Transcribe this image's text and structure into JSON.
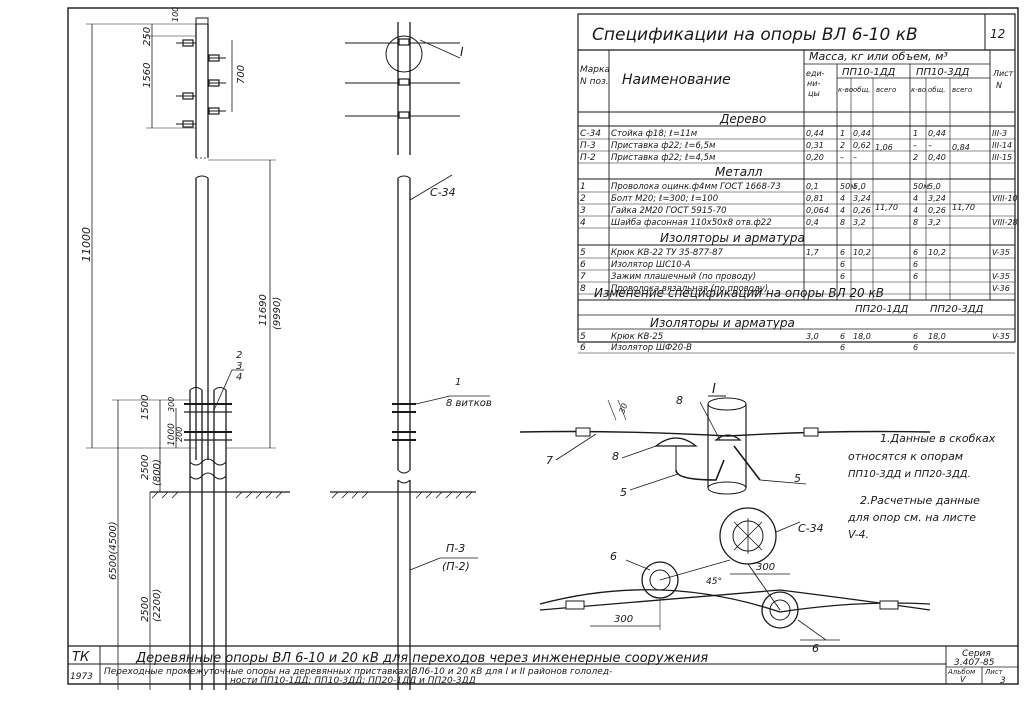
{
  "spec": {
    "title": "Спецификации на опоры ВЛ 6-10 кВ",
    "sheet_ref": "12",
    "col_mark": [
      "Марка",
      "N поз."
    ],
    "col_name": "Наименование",
    "col_mass": "Масса, кг или объем, м³",
    "col_unit": [
      "еди-",
      "ни-",
      "цы"
    ],
    "col_pp1": "ПП10-1ДД",
    "col_pp2": "ПП10-3ДД",
    "col_list": [
      "Лист",
      "N"
    ],
    "sub_qty": "к-во",
    "sub_tot": "общ.",
    "sub_all": "всего",
    "sec_wood": "Дерево",
    "sec_metal": "Металл",
    "sec_ins": "Изоляторы и арматура",
    "sec_change": "Изменение спецификаций на опоры ВЛ 20 кВ",
    "col_pp3": "ПП20-1ДД",
    "col_pp4": "ПП20-3ДД",
    "sec_ins2": "Изоляторы и арматура",
    "wood_rows": [
      {
        "mark": "С-34",
        "name": "Стойка ф18; ℓ=11м",
        "unit": "0,44",
        "q1": "1",
        "t1": "0,44",
        "q2": "1",
        "t2": "0,44",
        "ref": "III-3"
      },
      {
        "mark": "П-3",
        "name": "Приставка ф22; ℓ=6,5м",
        "unit": "0,31",
        "q1": "2",
        "t1": "0,62",
        "q2": "–",
        "t2": "–",
        "ref": "III-14"
      },
      {
        "mark": "П-2",
        "name": "Приставка ф22; ℓ=4,5м",
        "unit": "0,20",
        "q1": "–",
        "t1": "–",
        "q2": "2",
        "t2": "0,40",
        "ref": "III-15"
      }
    ],
    "wood_all1": "1,06",
    "wood_all2": "0,84",
    "metal_rows": [
      {
        "mark": "1",
        "name": "Проволока оцинк.ф4мм ГОСТ 1668-73",
        "unit": "0,1",
        "q1": "50м",
        "t1": "5,0",
        "q2": "50м",
        "t2": "5,0",
        "ref": ""
      },
      {
        "mark": "2",
        "name": "Болт М20; ℓ=300; ℓ=100",
        "unit": "0,81",
        "q1": "4",
        "t1": "3,24",
        "q2": "4",
        "t2": "3,24",
        "ref": "VIII-10"
      },
      {
        "mark": "3",
        "name": "Гайка 2М20 ГОСТ 5915-70",
        "unit": "0,064",
        "q1": "4",
        "t1": "0,26",
        "q2": "4",
        "t2": "0,26",
        "ref": ""
      },
      {
        "mark": "4",
        "name": "Шайба фасонная 110х50х8 отв.ф22",
        "unit": "0,4",
        "q1": "8",
        "t1": "3,2",
        "q2": "8",
        "t2": "3,2",
        "ref": "VIII-28"
      }
    ],
    "metal_all1": "11,70",
    "metal_all2": "11,70",
    "ins_rows": [
      {
        "mark": "5",
        "name": "Крюк КВ-22 ТУ 35-877-87",
        "unit": "1,7",
        "q1": "6",
        "t1": "10,2",
        "q2": "6",
        "t2": "10,2",
        "ref": "V-35"
      },
      {
        "mark": "6",
        "name": "Изолятор ШС10-А",
        "unit": "",
        "q1": "6",
        "t1": "",
        "q2": "6",
        "t2": "",
        "ref": ""
      },
      {
        "mark": "7",
        "name": "Зажим плашечный (по проводу)",
        "unit": "",
        "q1": "6",
        "t1": "",
        "q2": "6",
        "t2": "",
        "ref": "V-35"
      },
      {
        "mark": "8",
        "name": "Проволока вязальная (по проводу)",
        "unit": "",
        "q1": "",
        "t1": "",
        "q2": "",
        "t2": "",
        "ref": "V-36"
      }
    ],
    "ins2_rows": [
      {
        "mark": "5",
        "name": "Крюк КВ-25",
        "unit": "3,0",
        "q1": "6",
        "t1": "18,0",
        "q2": "6",
        "t2": "18,0",
        "ref": "V-35"
      },
      {
        "mark": "6",
        "name": "Изолятор ШФ20-В",
        "unit": "",
        "q1": "6",
        "t1": "",
        "q2": "6",
        "t2": "",
        "ref": ""
      }
    ]
  },
  "drawing": {
    "dim_250": "250",
    "dim_100": "100",
    "dim_1560": "1560",
    "dim_700": "700",
    "dim_11000": "11000",
    "dim_11690": "11690",
    "dim_9990": "(9990)",
    "dim_1500": "1500",
    "dim_300a": "300",
    "dim_1000": "1000",
    "dim_200": "200",
    "dim_2500a": "2500",
    "dim_800": "(800)",
    "dim_6500": "6500(4500)",
    "dim_2500b": "2500",
    "dim_2200": "(2200)",
    "lbl_c34": "С-34",
    "lbl_I": "I",
    "lbl_1": "1",
    "lbl_8vit": "8 витков",
    "lbl_p3": "П-3",
    "lbl_p2": "(П-2)",
    "lbl_2": "2",
    "lbl_3": "3",
    "lbl_4": "4",
    "det_I": "I",
    "det_8": "8",
    "det_30": "30",
    "det_7": "7",
    "det_8b": "8",
    "det_5a": "5",
    "det_5b": "5",
    "det_c34": "С-34",
    "det_6a": "6",
    "det_6b": "6",
    "det_45": "45°",
    "det_300a": "300",
    "det_300b": "300"
  },
  "notes": {
    "n1": [
      "1.Данные в скобках",
      "относятся к опорам",
      "ПП10-3ДД и ПП20-3ДД."
    ],
    "n2": [
      "2.Расчетные данные",
      "для опор см. на листе",
      "V-4."
    ]
  },
  "stamp": {
    "org": "ТК",
    "year": "1973",
    "title": "Деревянные опоры ВЛ 6-10 и 20 кВ для переходов через инженерные сооружения",
    "subtitle1": "Переходные промежуточные опоры на деревянных приставках ВЛ6-10 и 20 кВ для I и II районов гололед-",
    "subtitle2": "ности ПП10-1ДД; ПП10-3ДД; ПП20-1ДД и ПП20-3ДД",
    "series_label": "Серия",
    "series": "3.407-85",
    "album_label": "Альбом",
    "album": "V",
    "sheet_label": "Лист",
    "sheet": "3"
  }
}
